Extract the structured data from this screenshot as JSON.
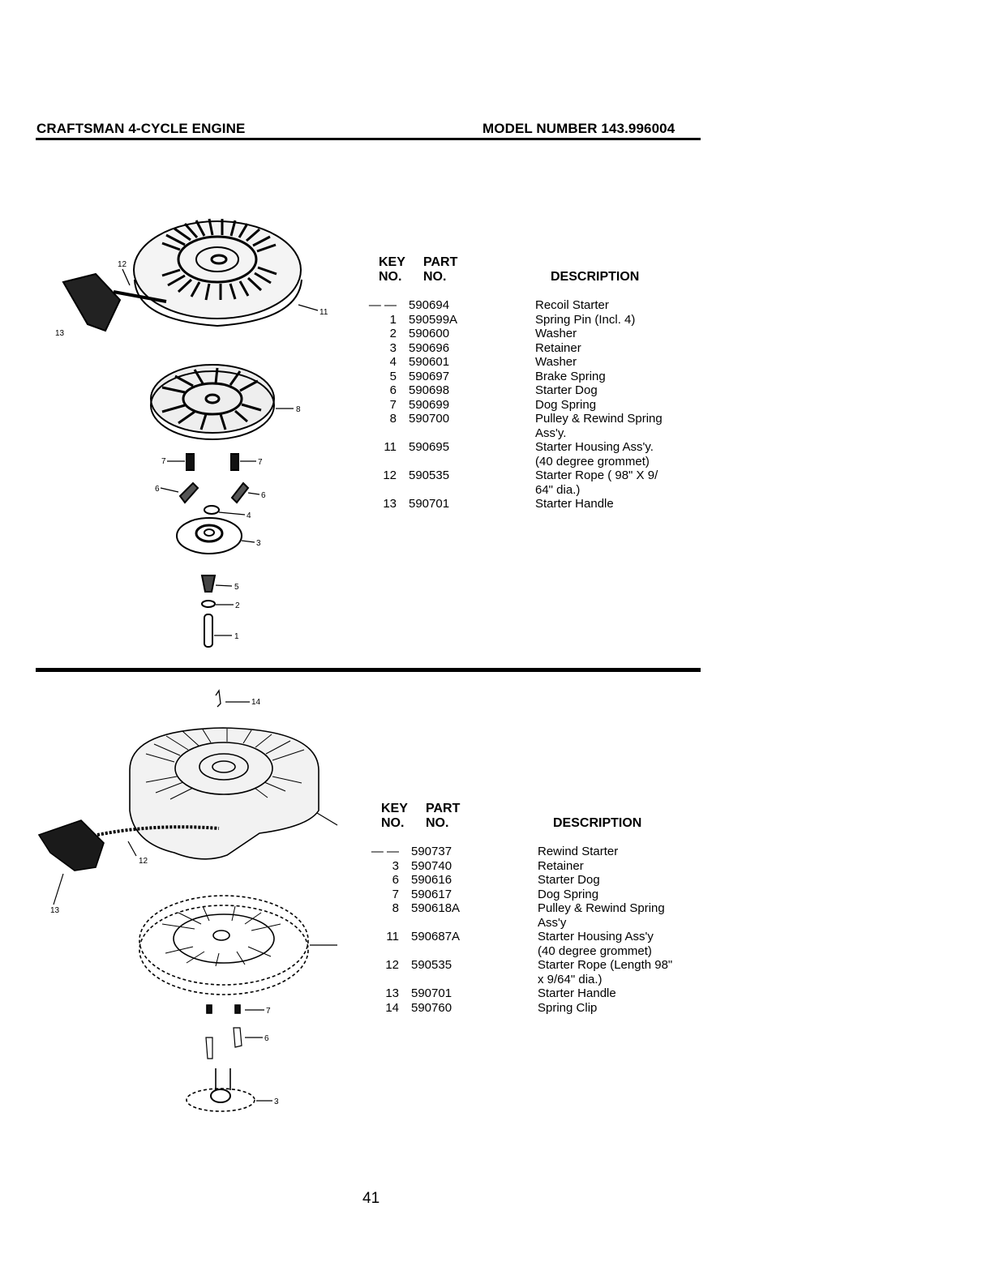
{
  "header": {
    "left": "CRAFTSMAN 4-CYCLE ENGINE",
    "right": "MODEL NUMBER 143.996004"
  },
  "tables": [
    {
      "key_header": [
        "KEY",
        "NO."
      ],
      "part_header": [
        "PART",
        "NO."
      ],
      "description_header": "DESCRIPTION",
      "rows": [
        {
          "key": "— —",
          "part": "590694",
          "desc": [
            "Recoil Starter"
          ]
        },
        {
          "key": "1",
          "part": "590599A",
          "desc": [
            "Spring Pin (Incl. 4)"
          ]
        },
        {
          "key": "2",
          "part": "590600",
          "desc": [
            "Washer"
          ]
        },
        {
          "key": "3",
          "part": "590696",
          "desc": [
            "Retainer"
          ]
        },
        {
          "key": "4",
          "part": "590601",
          "desc": [
            "Washer"
          ]
        },
        {
          "key": "5",
          "part": "590697",
          "desc": [
            "Brake Spring"
          ]
        },
        {
          "key": "6",
          "part": "590698",
          "desc": [
            "Starter Dog"
          ]
        },
        {
          "key": "7",
          "part": "590699",
          "desc": [
            "Dog Spring"
          ]
        },
        {
          "key": "8",
          "part": "590700",
          "desc": [
            "Pulley & Rewind Spring",
            "Ass'y."
          ]
        },
        {
          "key": "11",
          "part": "590695",
          "desc": [
            "Starter Housing Ass'y.",
            "(40 degree grommet)"
          ]
        },
        {
          "key": "12",
          "part": "590535",
          "desc": [
            "Starter Rope ( 98\" X 9/",
            "64\" dia.)"
          ]
        },
        {
          "key": "13",
          "part": "590701",
          "desc": [
            "Starter Handle"
          ]
        }
      ]
    },
    {
      "key_header": [
        "KEY",
        "NO."
      ],
      "part_header": [
        "PART",
        "NO."
      ],
      "description_header": "DESCRIPTION",
      "rows": [
        {
          "key": "— —",
          "part": "590737",
          "desc": [
            "Rewind Starter"
          ]
        },
        {
          "key": "3",
          "part": "590740",
          "desc": [
            "Retainer"
          ]
        },
        {
          "key": "6",
          "part": "590616",
          "desc": [
            "Starter Dog"
          ]
        },
        {
          "key": "7",
          "part": "590617",
          "desc": [
            "Dog Spring"
          ]
        },
        {
          "key": "8",
          "part": "590618A",
          "desc": [
            "Pulley & Rewind Spring",
            "Ass'y"
          ]
        },
        {
          "key": "11",
          "part": "590687A",
          "desc": [
            "Starter Housing Ass'y",
            "(40 degree grommet)"
          ]
        },
        {
          "key": "12",
          "part": "590535",
          "desc": [
            "Starter Rope (Length 98\"",
            "x 9/64\" dia.)"
          ]
        },
        {
          "key": "13",
          "part": "590701",
          "desc": [
            "Starter Handle"
          ]
        },
        {
          "key": "14",
          "part": "590760",
          "desc": [
            "Spring Clip"
          ]
        }
      ]
    }
  ],
  "diagram_top_callouts": [
    "12",
    "13",
    "11",
    "8",
    "7",
    "7",
    "6",
    "6",
    "4",
    "3",
    "5",
    "2",
    "1"
  ],
  "diagram_bottom_callouts": [
    "14",
    "12",
    "13",
    "7",
    "6",
    "3"
  ],
  "page_number": "41"
}
